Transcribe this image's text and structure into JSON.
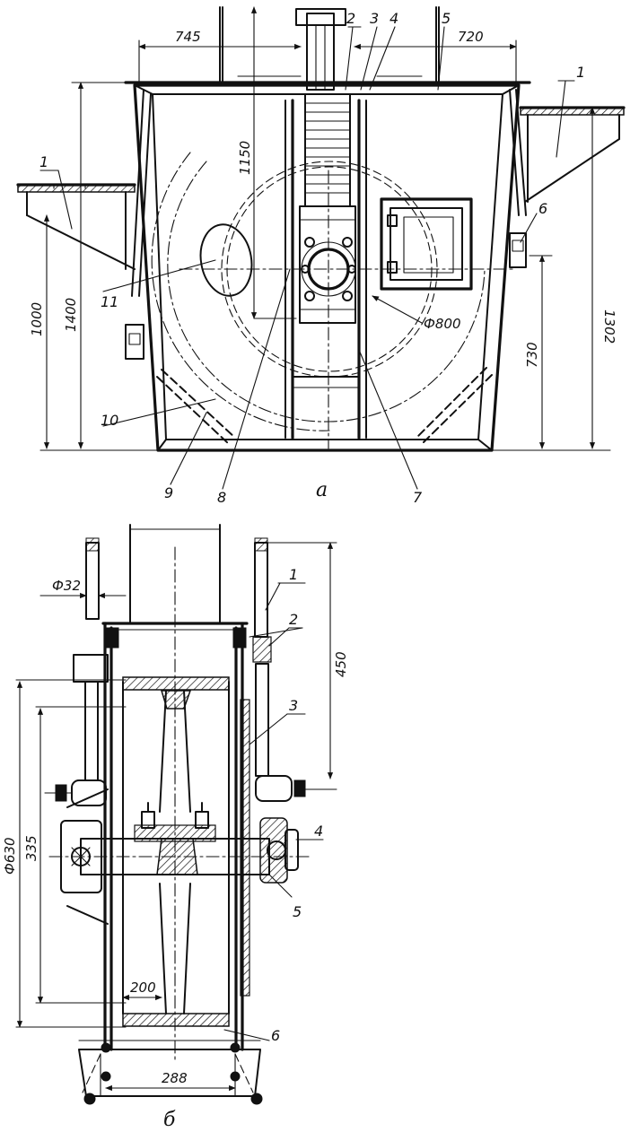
{
  "view_a": {
    "caption": "а",
    "dimensions": {
      "d745": "745",
      "d720": "720",
      "d1150": "1150",
      "d1000": "1000",
      "d1400": "1400",
      "d1302": "1302",
      "d730": "730",
      "d800": "Ф800"
    },
    "callouts": {
      "c1_left": "1",
      "c1_right": "1",
      "c2": "2",
      "c3": "3",
      "c4": "4",
      "c5": "5",
      "c6": "6",
      "c7": "7",
      "c8": "8",
      "c9": "9",
      "c10": "10",
      "c11": "11"
    }
  },
  "view_b": {
    "caption": "б",
    "dimensions": {
      "d32": "Ф32",
      "d450": "450",
      "d630": "Ф630",
      "d335": "335",
      "d200": "200",
      "d288": "288"
    },
    "callouts": {
      "c1": "1",
      "c2": "2",
      "c3": "3",
      "c4": "4",
      "c5": "5",
      "c6": "6"
    }
  }
}
